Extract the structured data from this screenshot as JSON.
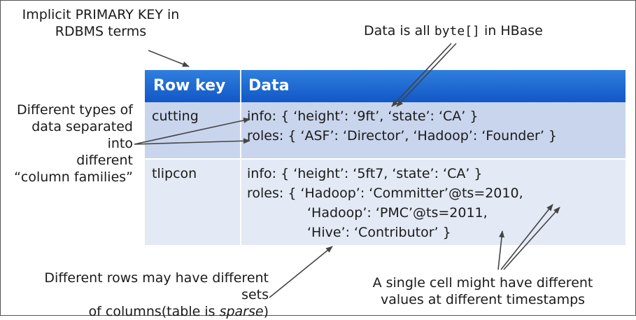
{
  "notes": {
    "primary_key_line1": "Implicit PRIMARY KEY in",
    "primary_key_line2": "RDBMS terms",
    "bytes_prefix": "Data is all",
    "bytes_code": "byte[]",
    "bytes_suffix": "in HBase",
    "families_line1": "Different types of",
    "families_line2": "data separated into",
    "families_line3": "different",
    "families_line4": "“column families”",
    "sparse_line1": "Different rows may have different sets",
    "sparse_line2_prefix": "of columns(table is",
    "sparse_line2_italic": "sparse",
    "sparse_line2_suffix": ")",
    "timestamps_line1": "A single cell might have different",
    "timestamps_line2": "values at different timestamps"
  },
  "table": {
    "header_rowkey": "Row key",
    "header_data": "Data",
    "rows": [
      {
        "key": "cutting",
        "lines": [
          "info: { ‘height’: ‘9ft’, ‘state’: ‘CA’ }",
          "roles: { ‘ASF’: ‘Director’, ‘Hadoop’: ‘Founder’ }"
        ]
      },
      {
        "key": "tlipcon",
        "lines": [
          "info: { ‘height’: ‘5ft7, ‘state’: ‘CA’ }",
          "roles: { ‘Hadoop’: ‘Committer’@ts=2010,",
          "‘Hadoop’: ‘PMC’@ts=2011,",
          "‘Hive’: ‘Contributor’ }"
        ]
      }
    ]
  }
}
